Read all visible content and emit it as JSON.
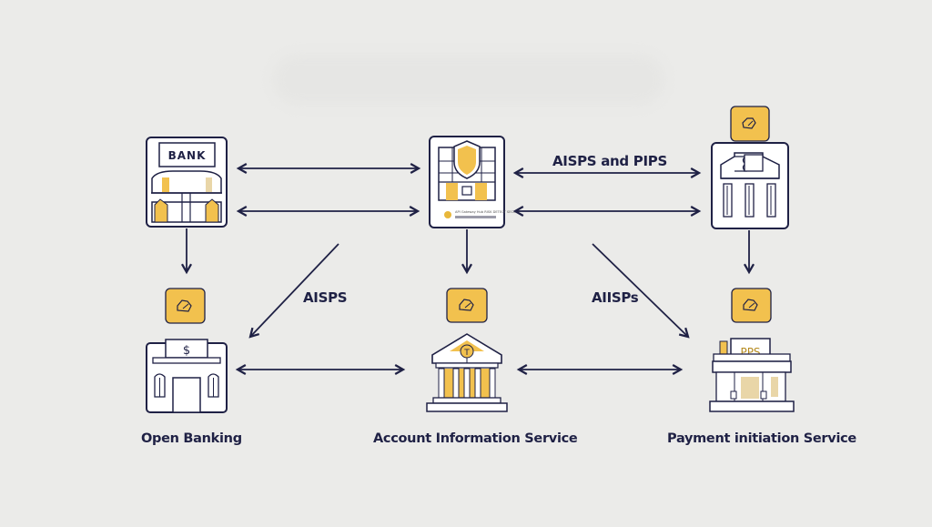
{
  "diagram": {
    "colors": {
      "background": "#ebebe9",
      "stroke": "#1f2145",
      "accent": "#f2c14e",
      "card_fill": "#ffffff"
    },
    "nodes": [
      {
        "id": "bank-top",
        "icon": "bank-building-icon",
        "sign_text": "BANK"
      },
      {
        "id": "aisp-top",
        "icon": "shield-building-icon",
        "fine_print": "API Gateway Hub RISK DETECT SECURE"
      },
      {
        "id": "pisp-top",
        "icon": "institution-columns-icon"
      },
      {
        "id": "open-banking",
        "icon": "dollar-bank-icon",
        "sign_text": "$",
        "caption": "Open Banking"
      },
      {
        "id": "account-info",
        "icon": "classical-bank-icon",
        "sign_text": "T",
        "caption": "Account Information Service"
      },
      {
        "id": "payment-init",
        "icon": "pps-store-icon",
        "sign_text": "PPS",
        "caption": "Payment initiation Service"
      }
    ],
    "badges": [
      {
        "id": "badge-left",
        "icon": "hand-card-icon"
      },
      {
        "id": "badge-center",
        "icon": "hand-card-icon"
      },
      {
        "id": "badge-right",
        "icon": "hand-card-icon"
      },
      {
        "id": "badge-top-right",
        "icon": "hand-card-icon"
      }
    ],
    "edges": [
      {
        "from": "bank-top",
        "to": "aisp-top",
        "type": "bidirectional",
        "label": ""
      },
      {
        "from": "bank-top",
        "to": "aisp-top",
        "type": "bidirectional",
        "label": ""
      },
      {
        "from": "aisp-top",
        "to": "pisp-top",
        "type": "bidirectional",
        "label": "AISPS and PIPS"
      },
      {
        "from": "aisp-top",
        "to": "pisp-top",
        "type": "bidirectional",
        "label": ""
      },
      {
        "from": "aisp-top",
        "to": "open-banking",
        "type": "directed",
        "label": "AISPS"
      },
      {
        "from": "aisp-top",
        "to": "payment-init",
        "type": "directed",
        "label": "AIISPs"
      },
      {
        "from": "open-banking",
        "to": "account-info",
        "type": "bidirectional",
        "label": ""
      },
      {
        "from": "account-info",
        "to": "payment-init",
        "type": "bidirectional",
        "label": ""
      },
      {
        "from": "bank-top",
        "to": "badge-left",
        "type": "directed",
        "label": ""
      },
      {
        "from": "aisp-top",
        "to": "badge-center",
        "type": "directed",
        "label": ""
      },
      {
        "from": "pisp-top",
        "to": "badge-right",
        "type": "directed",
        "label": ""
      }
    ],
    "labels": {
      "top_right_edge": "AISPS and PIPS",
      "left_diag": "AISPS",
      "right_diag": "AIISPs"
    },
    "captions": {
      "left": "Open Banking",
      "center": "Account Information Service",
      "right": "Payment initiation Service"
    }
  }
}
